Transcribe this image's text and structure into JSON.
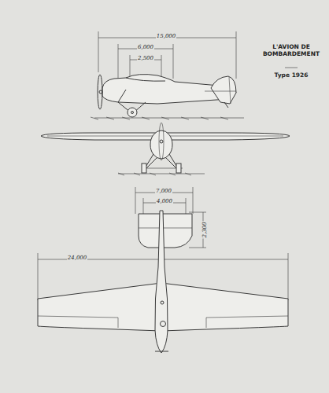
{
  "diagram": {
    "title": "L'AVION DE BOMBARDEMENT",
    "labels": [
      "15,000",
      "6,000",
      "2,500",
      "Type 1926",
      "7,000",
      "4,000",
      "2,300",
      "24,000"
    ]
  }
}
